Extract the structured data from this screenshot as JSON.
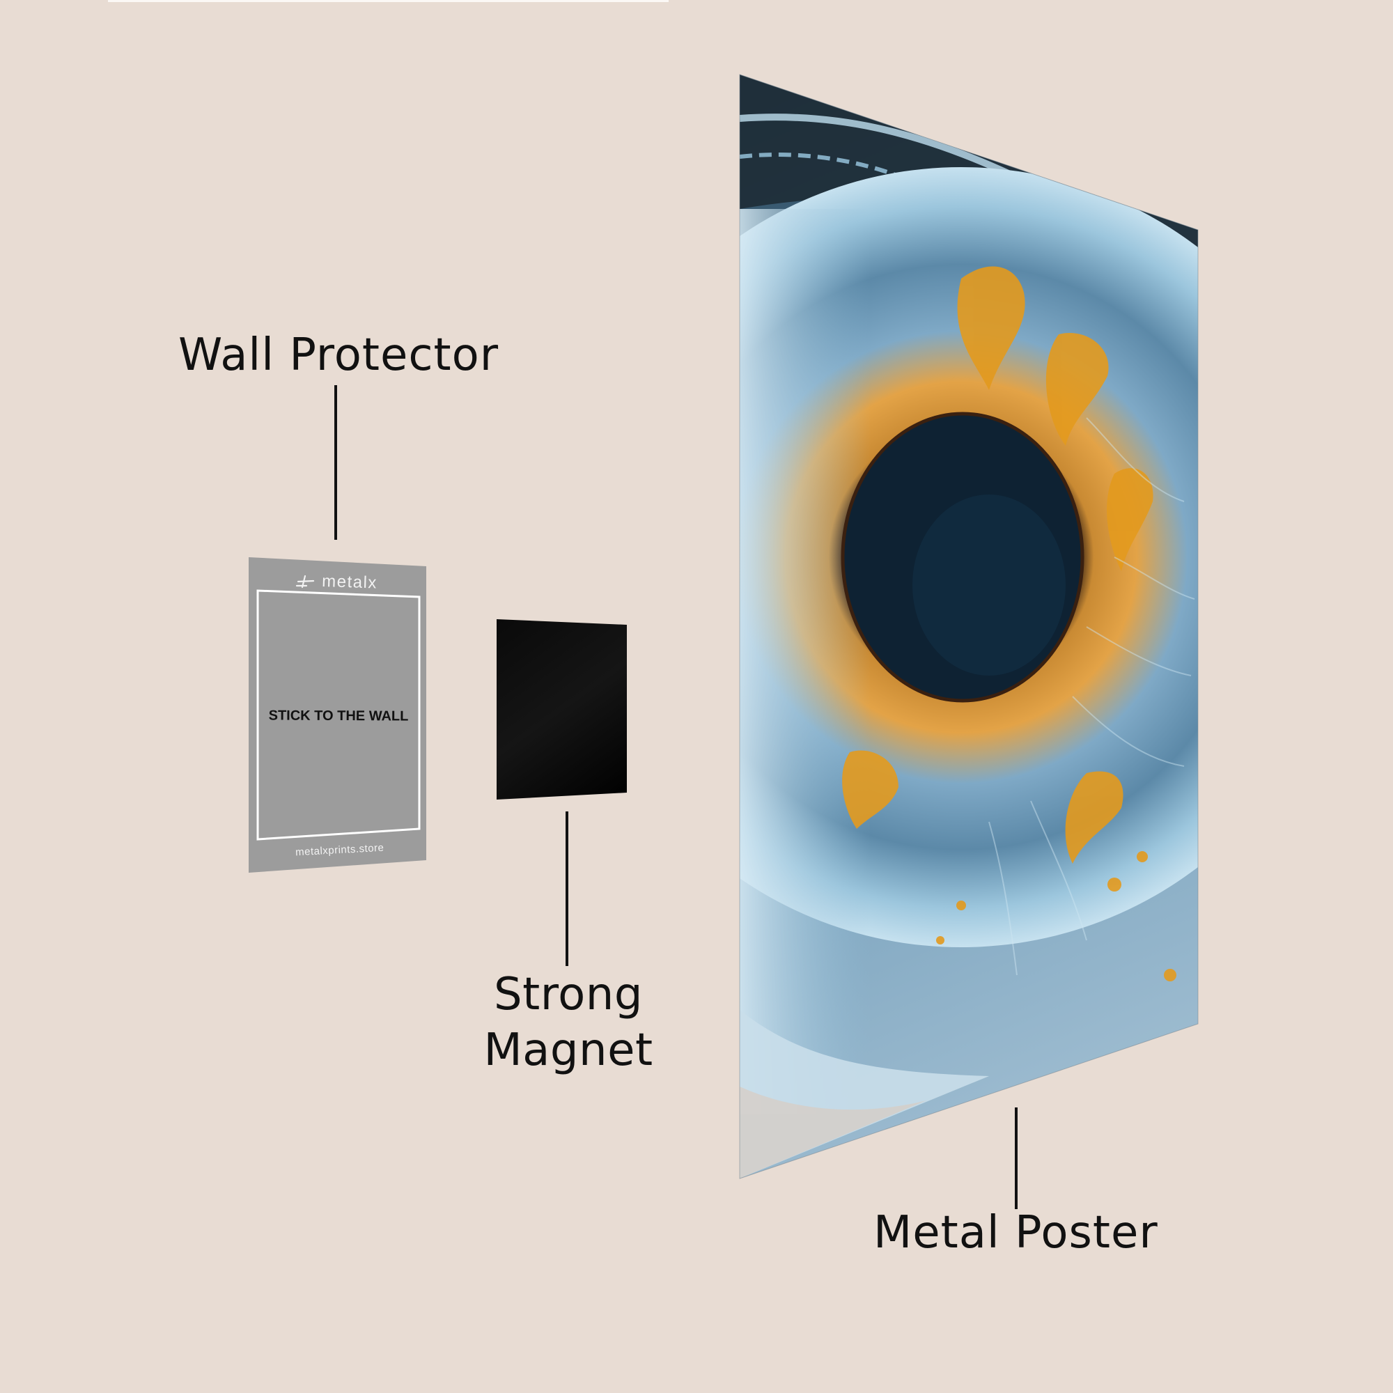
{
  "colors": {
    "background": "#E8DCD3",
    "label_text": "#111111",
    "protector_fill": "#9C9C9C",
    "protector_frame": "#FFFFFF",
    "protector_brand_text": "#F2F2F2",
    "magnet_fill": "#050505",
    "iris_orange": "#E39A1E",
    "iris_blue": "#6E9DBB",
    "pupil": "#0E2233",
    "sclera": "#BFDDEE"
  },
  "labels": {
    "wall_protector": "Wall Protector",
    "strong_magnet_line1": "Strong",
    "strong_magnet_line2": "Magnet",
    "metal_poster": "Metal Poster"
  },
  "wall_protector": {
    "brand_name": "metalx",
    "brand_icon": "metalx-logo-icon",
    "instruction": "STICK TO THE WALL",
    "website": "metalxprints.store"
  },
  "strong_magnet": {
    "description": "black square magnet plate"
  },
  "metal_poster": {
    "artwork": "macro close-up of a human eye with orange and blue iris"
  }
}
